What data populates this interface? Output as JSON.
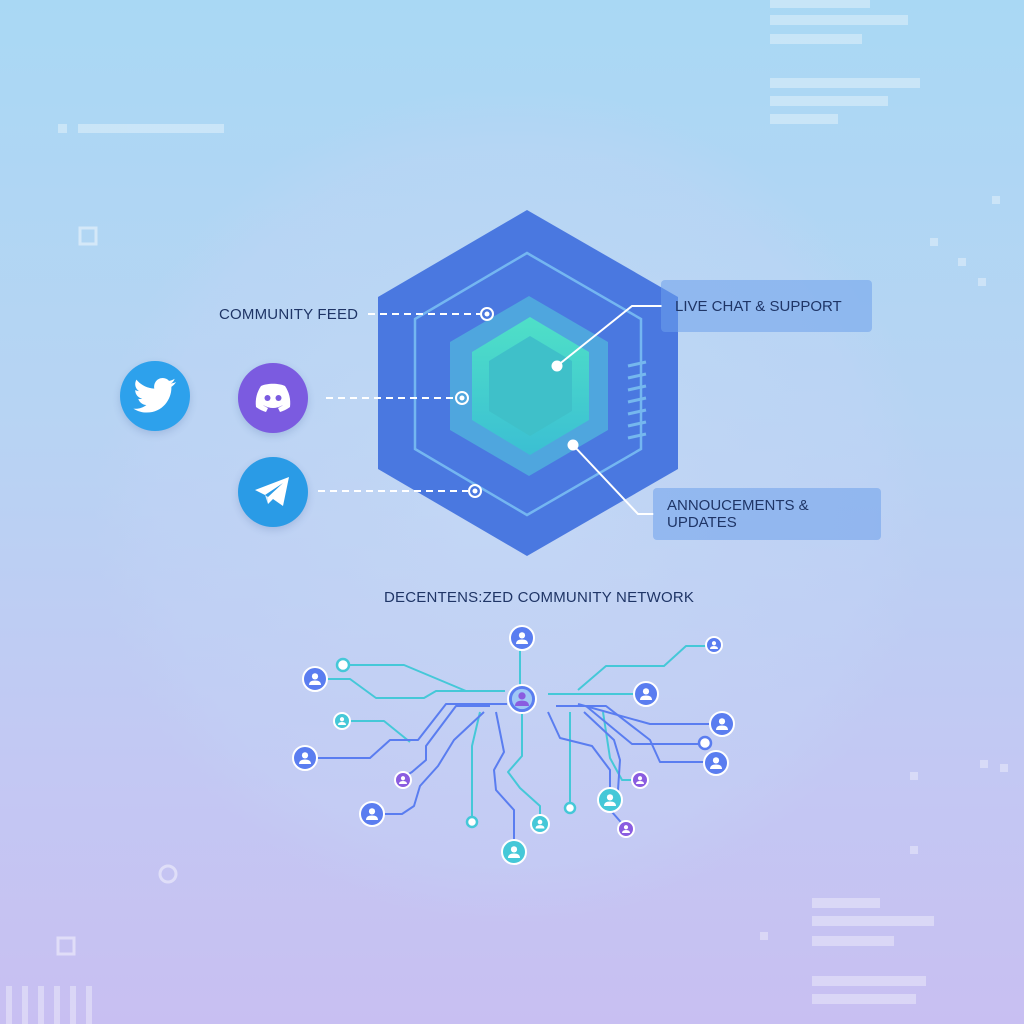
{
  "labels": {
    "community_feed": "COMMUNITY FEED",
    "live_chat": "LIVE CHAT & SUPPORT",
    "announcements": "ANNOUCEMENTS & UPDATES",
    "network_title": "DECENTENS:ZED COMMUNITY NETWORK"
  },
  "social": [
    {
      "name": "twitter-icon",
      "color": "#2da1ec"
    },
    {
      "name": "discord-icon",
      "color": "#7b5be0"
    },
    {
      "name": "telegram-icon",
      "color": "#2a9be6"
    }
  ],
  "colors": {
    "hex_outer": "#4a78e0",
    "hex_inner_ring": "#73b7ef",
    "hex_core": "#3fd0c9",
    "network_blue": "#5a7df0",
    "network_teal": "#45c8d8",
    "network_purple": "#8a5ce0"
  }
}
